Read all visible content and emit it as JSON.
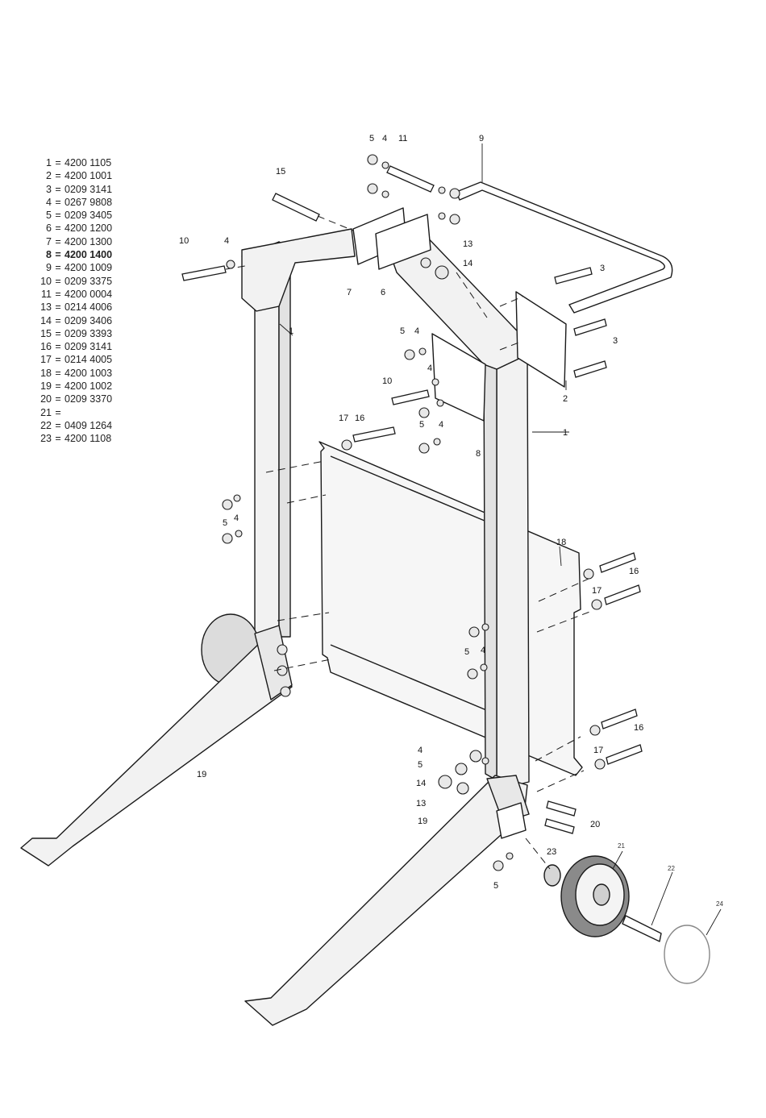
{
  "parts_list": [
    {
      "num": "1",
      "code": "4200 1105",
      "bold": false
    },
    {
      "num": "2",
      "code": "4200 1001",
      "bold": false
    },
    {
      "num": "3",
      "code": "0209 3141",
      "bold": false
    },
    {
      "num": "4",
      "code": "0267 9808",
      "bold": false
    },
    {
      "num": "5",
      "code": "0209 3405",
      "bold": false
    },
    {
      "num": "6",
      "code": "4200 1200",
      "bold": false
    },
    {
      "num": "7",
      "code": "4200 1300",
      "bold": false
    },
    {
      "num": "8",
      "code": "4200 1400",
      "bold": true
    },
    {
      "num": "9",
      "code": "4200 1009",
      "bold": false
    },
    {
      "num": "10",
      "code": "0209 3375",
      "bold": false
    },
    {
      "num": "11",
      "code": "4200 0004",
      "bold": false
    },
    {
      "num": "13",
      "code": "0214 4006",
      "bold": false
    },
    {
      "num": "14",
      "code": "0209 3406",
      "bold": false
    },
    {
      "num": "15",
      "code": "0209 3393",
      "bold": false
    },
    {
      "num": "16",
      "code": "0209 3141",
      "bold": false
    },
    {
      "num": "17",
      "code": "0214 4005",
      "bold": false
    },
    {
      "num": "18",
      "code": "4200 1003",
      "bold": false
    },
    {
      "num": "19",
      "code": "4200 1002",
      "bold": false
    },
    {
      "num": "20",
      "code": "0209 3370",
      "bold": false
    },
    {
      "num": "21",
      "code": "",
      "bold": false
    },
    {
      "num": "22",
      "code": "0409 1264",
      "bold": false
    },
    {
      "num": "23",
      "code": "4200 1108",
      "bold": false
    }
  ],
  "callouts": {
    "c1a": "1",
    "c1b": "1",
    "c2": "2",
    "c3a": "3",
    "c3b": "3",
    "c4a": "4",
    "c4b": "4",
    "c4c": "4",
    "c4d": "4",
    "c4e": "4",
    "c4f": "4",
    "c4g": "4",
    "c4h": "4",
    "c5a": "5",
    "c5b": "5",
    "c5c": "5",
    "c5d": "5",
    "c5e": "5",
    "c5f": "5",
    "c5g": "5",
    "c6": "6",
    "c7": "7",
    "c8": "8",
    "c9": "9",
    "c10a": "10",
    "c10b": "10",
    "c11": "11",
    "c13a": "13",
    "c13b": "13",
    "c14a": "14",
    "c14b": "14",
    "c15": "15",
    "c16a": "16",
    "c16b": "16",
    "c16c": "16",
    "c17a": "17",
    "c17b": "17",
    "c17c": "17",
    "c18": "18",
    "c19a": "19",
    "c19b": "19",
    "c20": "20",
    "c21": "21",
    "c22": "22",
    "c23": "23",
    "c24": "24"
  },
  "colors": {
    "line": "#1a1a1a",
    "frame_fill": "#f1f1f1",
    "label": "#111111"
  }
}
